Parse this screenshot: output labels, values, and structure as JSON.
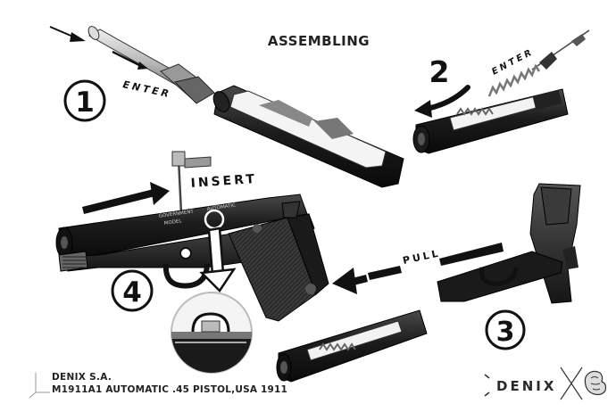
{
  "title": "ASSEMBLING",
  "steps": [
    {
      "number": "1",
      "label": "ENTER"
    },
    {
      "number": "2",
      "label": "ENTER"
    },
    {
      "number": "3",
      "label": "PULL"
    },
    {
      "number": "4",
      "label": "INSERT"
    }
  ],
  "engraving": {
    "line1": "GOVERNMENT",
    "line2": "AUTOMATIC",
    "line3": "MODEL"
  },
  "footer": {
    "company": "DENIX S.A.",
    "product": "M1911A1 AUTOMATIC .45 PISTOL,USA 1911"
  },
  "brand": {
    "name": "DENIX",
    "logo": "denix-quixote-logo"
  },
  "colors": {
    "ink": "#111111",
    "metal": "#2a2a2a",
    "spring": "#9a9a9a",
    "paper": "#ffffff"
  }
}
